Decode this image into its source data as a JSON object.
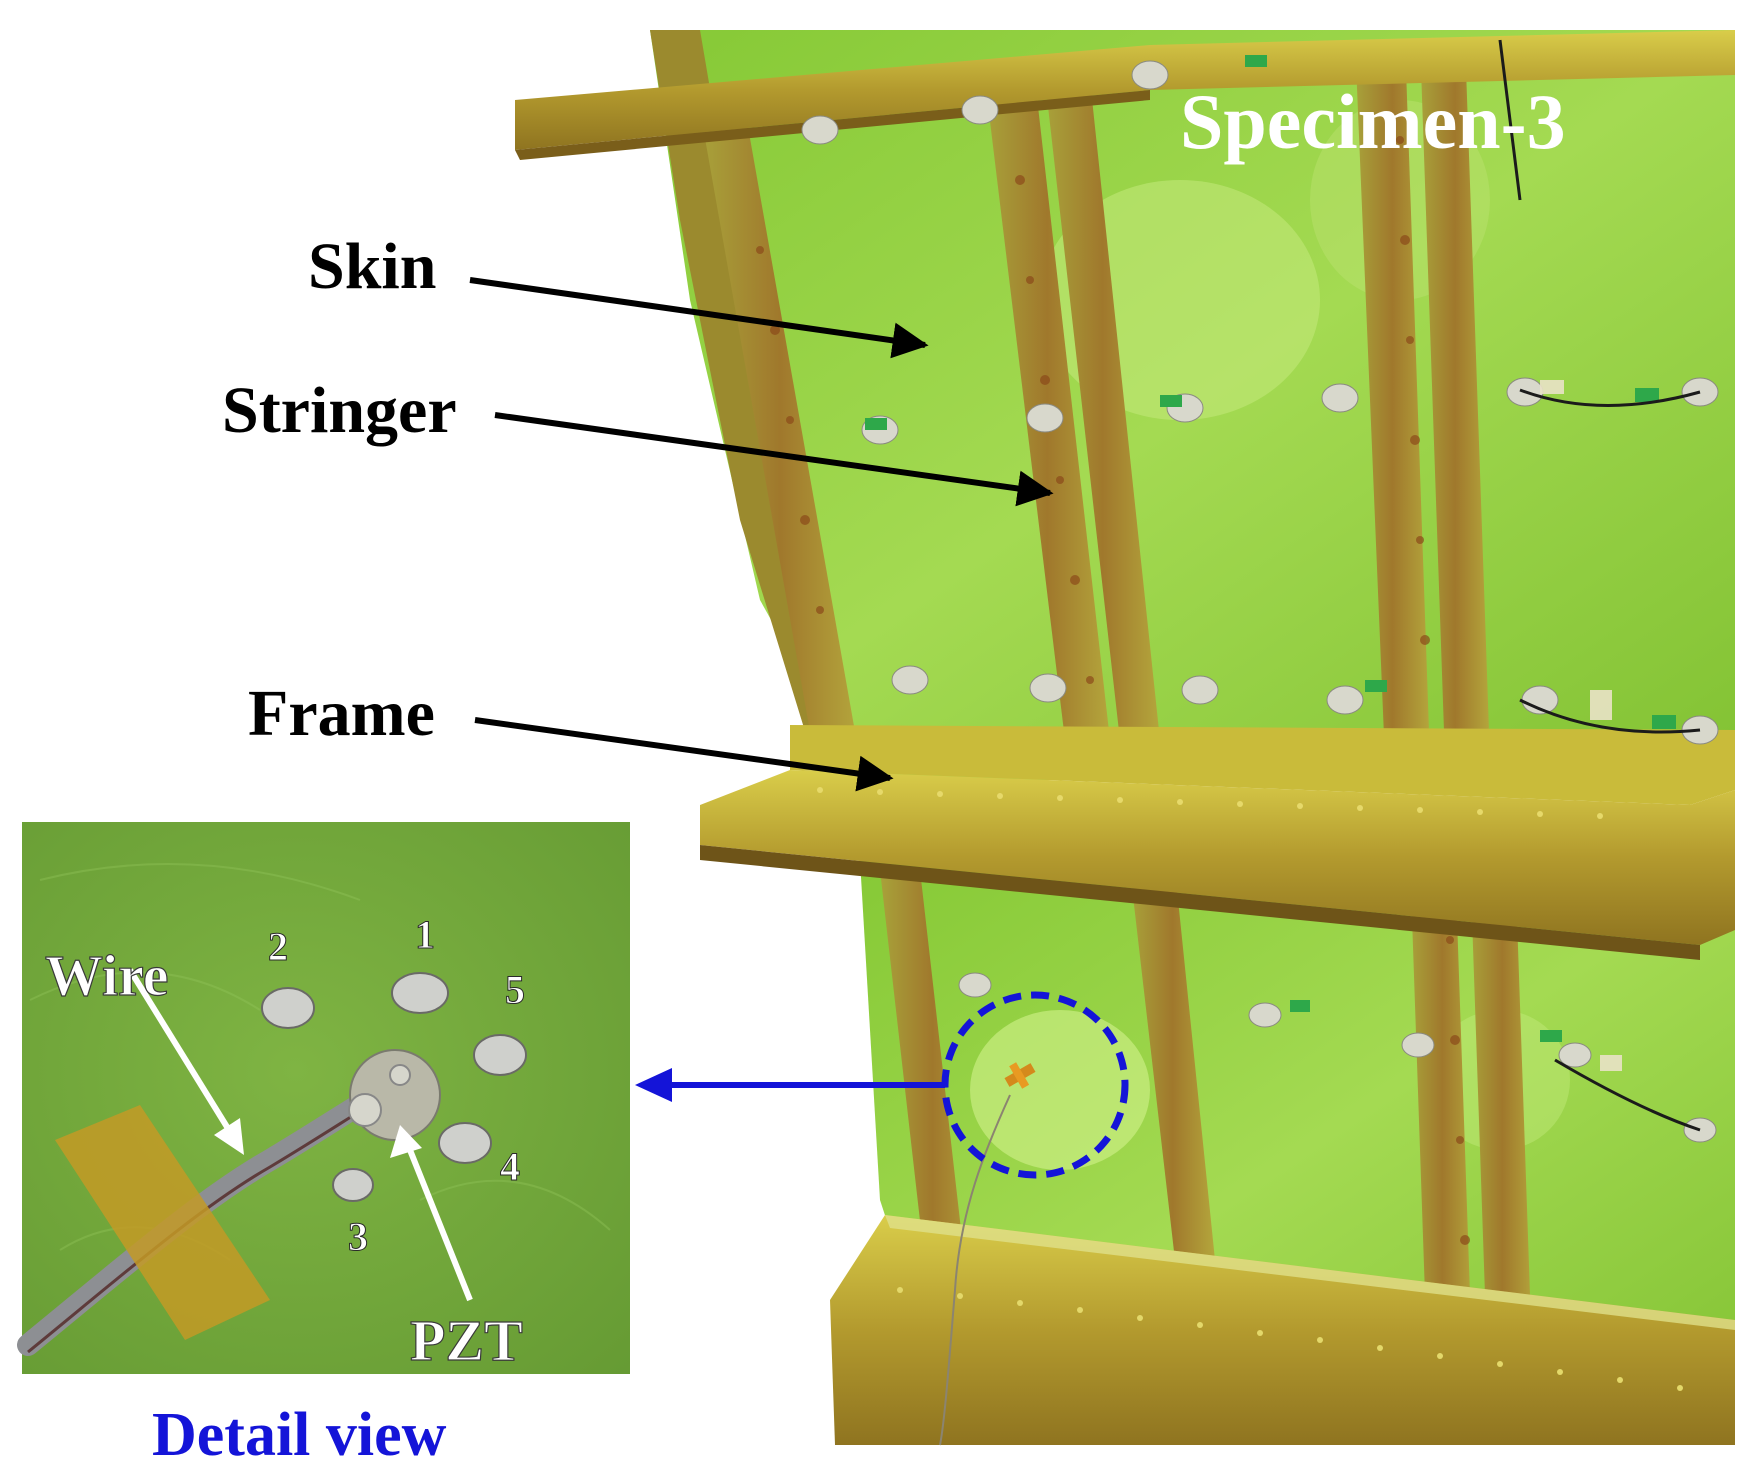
{
  "photo": {
    "title": "Specimen-3",
    "labels": {
      "skin": "Skin",
      "stringer": "Stringer",
      "frame": "Frame"
    }
  },
  "detail": {
    "caption": "Detail view",
    "wire_label": "Wire",
    "pzt_label": "PZT",
    "sensor_numbers": [
      "1",
      "2",
      "3",
      "4",
      "5"
    ]
  },
  "colors": {
    "panel_green": "#93d23a",
    "detail_green": "#6fa63a",
    "rust": "#9a6a2a",
    "frame_yellow": "#c0b52c",
    "tape": "#c39a26",
    "annotation_blue": "#1414d8",
    "arrow_black": "#000000",
    "white": "#ffffff"
  }
}
